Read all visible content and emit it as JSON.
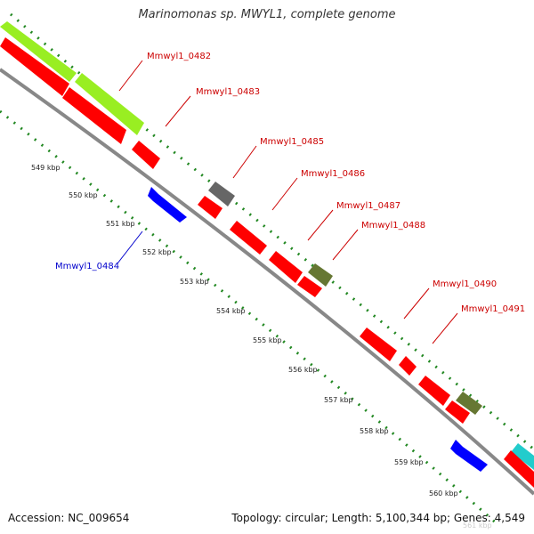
{
  "title": "Marinomonas sp. MWYL1, complete genome",
  "accession_text": "Accession: NC_009654",
  "summary_text": "Topology: circular; Length: 5,100,344 bp; Genes: 4,549",
  "colors": {
    "backbone": "#888888",
    "forward_red": "#ff0000",
    "reverse_blue": "#0000ff",
    "yellow_green": "#99ee22",
    "gray": "#666666",
    "olive": "#667733",
    "cyan": "#22cccc",
    "tick_dots": "#228822",
    "label_red": "#cc0000",
    "label_blue": "#0000cc"
  },
  "ticks": [
    "549 kbp",
    "550 kbp",
    "551 kbp",
    "552 kbp",
    "553 kbp",
    "554 kbp",
    "555 kbp",
    "556 kbp",
    "557 kbp",
    "558 kbp",
    "559 kbp",
    "560 kbp",
    "561 kbp"
  ],
  "gene_labels": [
    {
      "id": "0482",
      "text": "Mmwyl1_0482",
      "strand": "forward"
    },
    {
      "id": "0483",
      "text": "Mmwyl1_0483",
      "strand": "forward"
    },
    {
      "id": "0485",
      "text": "Mmwyl1_0485",
      "strand": "forward"
    },
    {
      "id": "0486",
      "text": "Mmwyl1_0486",
      "strand": "forward"
    },
    {
      "id": "0487",
      "text": "Mmwyl1_0487",
      "strand": "forward"
    },
    {
      "id": "0488",
      "text": "Mmwyl1_0488",
      "strand": "forward"
    },
    {
      "id": "0490",
      "text": "Mmwyl1_0490",
      "strand": "forward"
    },
    {
      "id": "0491",
      "text": "Mmwyl1_0491",
      "strand": "forward"
    },
    {
      "id": "0484",
      "text": "Mmwyl1_0484",
      "strand": "reverse"
    }
  ]
}
